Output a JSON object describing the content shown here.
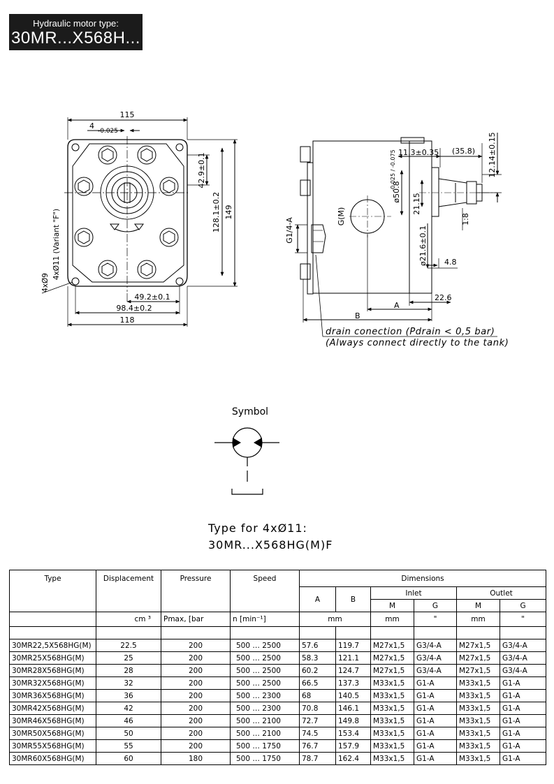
{
  "header": {
    "line1": "Hydraulic motor type:",
    "line2": "30MR...X568H..."
  },
  "front_view": {
    "dim_top": "115",
    "dim_slot": "4",
    "dim_slot_tol": "-0.025",
    "dim_42_9": "42.9±0.1",
    "dim_128_1": "128.1±0.2",
    "dim_149": "149",
    "variant_label": "4xØ11 (Variant \"F\")",
    "hole_label": "4xØ9",
    "dim_49_2": "49.2±0.1",
    "dim_98_4": "98.4±0.2",
    "dim_118": "118"
  },
  "side_view": {
    "dim_11_3": "11.3±0.35",
    "dim_35_8": "(35.8)",
    "dim_12_14": "12.14±0.15",
    "dim_50_8": "ø50.8",
    "dim_50_8_tol": "-0.025 / -0.075",
    "dim_21_15": "21.15",
    "dim_g_m": "G(M)",
    "dim_g1_4": "G1/4-A",
    "dim_1_8": "1:8",
    "dim_21_6": "ø21.6±0.1",
    "dim_4_8": "4.8",
    "dim_22_6": "22.6",
    "dim_a": "A",
    "dim_b": "B",
    "note1": "drain conection (Pdrain < 0,5 bar)",
    "note2": "(Always connect directly to the tank)"
  },
  "symbol": {
    "label": "Symbol"
  },
  "variant_type": {
    "line1": "Type for 4xØ11:",
    "line2": "30MR...X568HG(M)F"
  },
  "table": {
    "headers": {
      "type": "Type",
      "displacement": "Displacement",
      "pressure": "Pressure",
      "speed": "Speed",
      "dimensions": "Dimensions",
      "a": "A",
      "b": "B",
      "inlet": "Inlet",
      "outlet": "Outlet",
      "m": "M",
      "g": "G"
    },
    "units": {
      "displacement": "cm ³",
      "pressure": "Pmax, [bar",
      "speed": "n [min⁻¹]",
      "ab": "mm",
      "inlet_m": "mm",
      "inlet_g": "\"",
      "outlet_m": "mm",
      "outlet_g": "\""
    },
    "rows": [
      {
        "type": "30MR22,5X568HG(M)",
        "displacement": "22.5",
        "pressure": "200",
        "speed_min": "500",
        "speed_max": "2500",
        "a": "57.6",
        "b": "119.7",
        "inlet_m": "M27x1,5",
        "inlet_g": "G3/4-A",
        "outlet_m": "M27x1,5",
        "outlet_g": "G3/4-A"
      },
      {
        "type": "30MR25X568HG(M)",
        "displacement": "25",
        "pressure": "200",
        "speed_min": "500",
        "speed_max": "2500",
        "a": "58.3",
        "b": "121.1",
        "inlet_m": "M27x1,5",
        "inlet_g": "G3/4-A",
        "outlet_m": "M27x1,5",
        "outlet_g": "G3/4-A"
      },
      {
        "type": "30MR28X568HG(M)",
        "displacement": "28",
        "pressure": "200",
        "speed_min": "500",
        "speed_max": "2500",
        "a": "60.2",
        "b": "124.7",
        "inlet_m": "M27x1,5",
        "inlet_g": "G3/4-A",
        "outlet_m": "M27x1,5",
        "outlet_g": "G3/4-A"
      },
      {
        "type": "30MR32X568HG(M)",
        "displacement": "32",
        "pressure": "200",
        "speed_min": "500",
        "speed_max": "2500",
        "a": "66.5",
        "b": "137.3",
        "inlet_m": "M33x1,5",
        "inlet_g": "G1-A",
        "outlet_m": "M33x1,5",
        "outlet_g": "G1-A"
      },
      {
        "type": "30MR36X568HG(M)",
        "displacement": "36",
        "pressure": "200",
        "speed_min": "500",
        "speed_max": "2300",
        "a": "68",
        "b": "140.5",
        "inlet_m": "M33x1,5",
        "inlet_g": "G1-A",
        "outlet_m": "M33x1,5",
        "outlet_g": "G1-A"
      },
      {
        "type": "30MR42X568HG(M)",
        "displacement": "42",
        "pressure": "200",
        "speed_min": "500",
        "speed_max": "2300",
        "a": "70.8",
        "b": "146.1",
        "inlet_m": "M33x1,5",
        "inlet_g": "G1-A",
        "outlet_m": "M33x1,5",
        "outlet_g": "G1-A"
      },
      {
        "type": "30MR46X568HG(M)",
        "displacement": "46",
        "pressure": "200",
        "speed_min": "500",
        "speed_max": "2100",
        "a": "72.7",
        "b": "149.8",
        "inlet_m": "M33x1,5",
        "inlet_g": "G1-A",
        "outlet_m": "M33x1,5",
        "outlet_g": "G1-A"
      },
      {
        "type": "30MR50X568HG(M)",
        "displacement": "50",
        "pressure": "200",
        "speed_min": "500",
        "speed_max": "2100",
        "a": "74.5",
        "b": "153.4",
        "inlet_m": "M33x1,5",
        "inlet_g": "G1-A",
        "outlet_m": "M33x1,5",
        "outlet_g": "G1-A"
      },
      {
        "type": "30MR55X568HG(M)",
        "displacement": "55",
        "pressure": "200",
        "speed_min": "500",
        "speed_max": "1750",
        "a": "76.7",
        "b": "157.9",
        "inlet_m": "M33x1,5",
        "inlet_g": "G1-A",
        "outlet_m": "M33x1,5",
        "outlet_g": "G1-A"
      },
      {
        "type": "30MR60X568HG(M)",
        "displacement": "60",
        "pressure": "180",
        "speed_min": "500",
        "speed_max": "1750",
        "a": "78.7",
        "b": "162.4",
        "inlet_m": "M33x1,5",
        "inlet_g": "G1-A",
        "outlet_m": "M33x1,5",
        "outlet_g": "G1-A"
      }
    ]
  }
}
